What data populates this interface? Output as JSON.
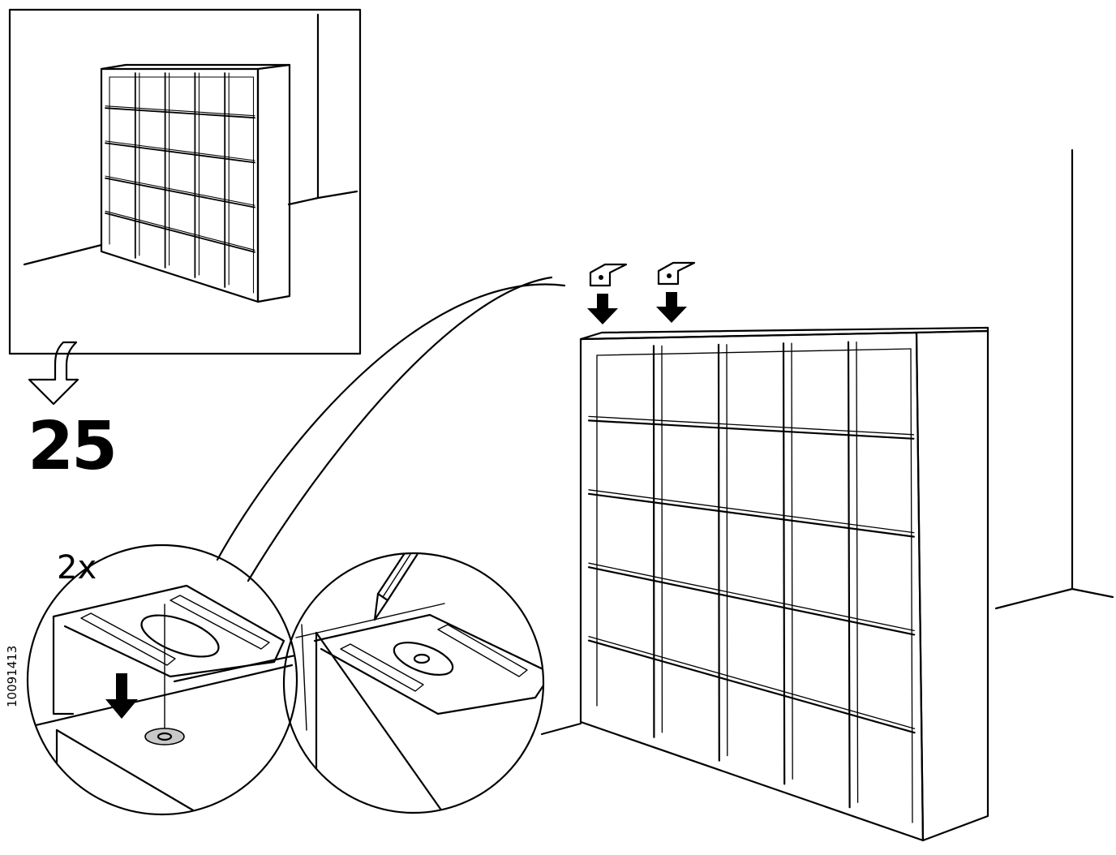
{
  "step": {
    "number": "25"
  },
  "detail": {
    "quantity": "2x"
  },
  "article": {
    "number": "10091413"
  },
  "shelf": {
    "columns": 5,
    "rows": 5
  },
  "colors": {
    "ink": "#000000",
    "paper": "#ffffff",
    "washer": "#c8c8c8"
  }
}
